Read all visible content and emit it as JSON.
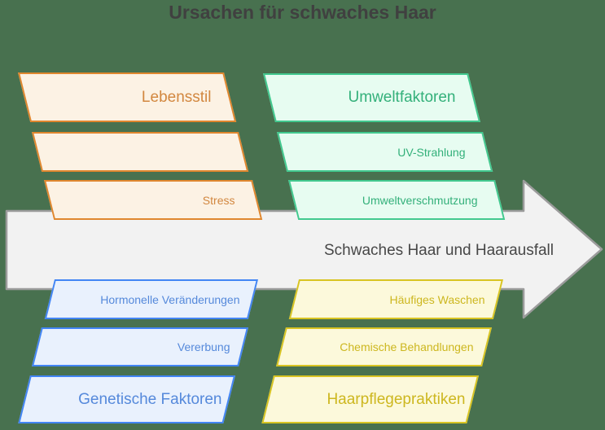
{
  "title": "Ursachen für schwaches Haar",
  "background_color": "#48714F",
  "title_color": "#404040",
  "arrow": {
    "label": "Schwaches Haar und Haarausfall",
    "fill": "#F2F2F2",
    "border": "#9B9B9B",
    "text_color": "#474747",
    "direction": "right"
  },
  "groups": [
    {
      "id": "lebensstil",
      "position": "top-left",
      "header": "Lebensstil",
      "items": [
        "",
        "Stress"
      ],
      "border": "#E0872E",
      "fill": "#FCF2E4",
      "text": "#D2873F"
    },
    {
      "id": "umweltfaktoren",
      "position": "top-right",
      "header": "Umweltfaktoren",
      "items": [
        "UV-Strahlung",
        "Umweltverschmutzung"
      ],
      "border": "#42C98F",
      "fill": "#E7FCF1",
      "text": "#33B07A"
    },
    {
      "id": "genetische-faktoren",
      "position": "bottom-left",
      "header": "Genetische Faktoren",
      "items": [
        "Hormonelle Veränderungen",
        "Vererbung"
      ],
      "border": "#4285F4",
      "fill": "#E9F1FD",
      "text": "#5589DB"
    },
    {
      "id": "haarpflegepraktiken",
      "position": "bottom-right",
      "header": "Haarpflegepraktiken",
      "items": [
        "Häufiges Waschen",
        "Chemische Behandlungen"
      ],
      "border": "#D8C422",
      "fill": "#FCF9DB",
      "text": "#CDB71F"
    }
  ]
}
